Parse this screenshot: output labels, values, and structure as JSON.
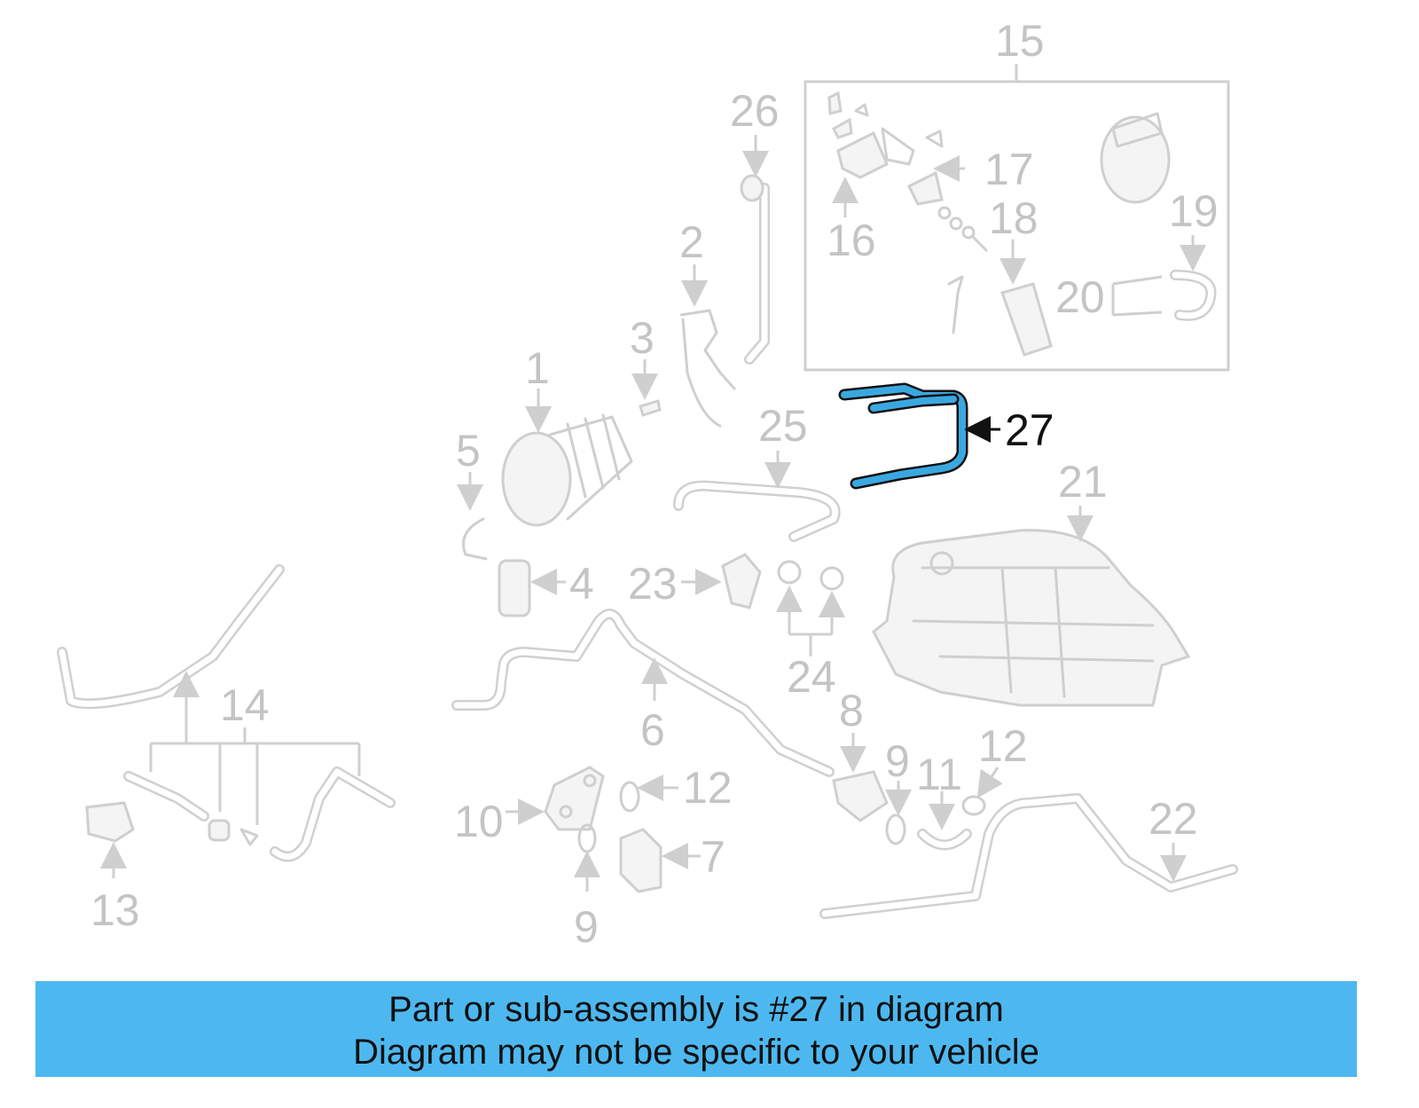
{
  "diagram": {
    "callouts": {
      "c1": "1",
      "c2": "2",
      "c3": "3",
      "c4": "4",
      "c5": "5",
      "c6": "6",
      "c7": "7",
      "c8": "8",
      "c9a": "9",
      "c9b": "9",
      "c10": "10",
      "c11": "11",
      "c12a": "12",
      "c12b": "12",
      "c13": "13",
      "c14": "14",
      "c15": "15",
      "c16": "16",
      "c17": "17",
      "c18": "18",
      "c19": "19",
      "c20": "20",
      "c21": "21",
      "c22": "22",
      "c23": "23",
      "c24": "24",
      "c25": "25",
      "c26": "26",
      "c27": "27"
    },
    "highlighted_part": "27",
    "colors": {
      "line_art": "#cfcfcf",
      "callout_text": "#c4c4c4",
      "highlight_fill": "#3aa8e0",
      "highlight_outline": "#111111",
      "banner_bg": "#4db8f0"
    }
  },
  "banner": {
    "line1": "Part or sub-assembly is #27 in diagram",
    "line2": "Diagram may not be specific to your vehicle"
  }
}
